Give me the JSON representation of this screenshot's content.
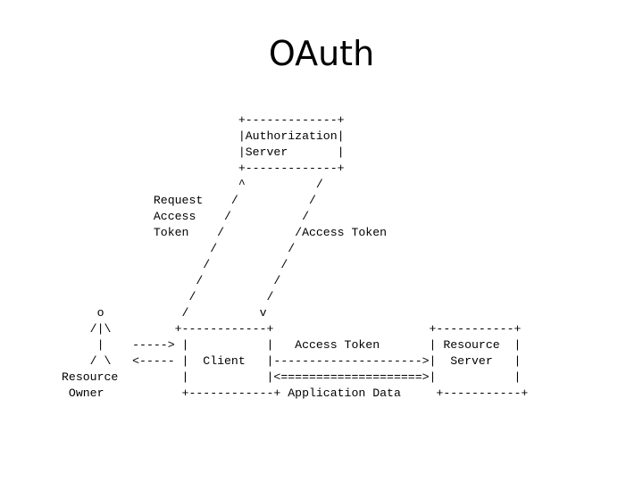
{
  "slide": {
    "title": "OAuth",
    "diagram_lines": [
      "                         +-------------+",
      "                         |Authorization|",
      "                         |Server       |",
      "                         +-------------+",
      "                         ^          /",
      "             Request    /          /",
      "             Access    /          /",
      "             Token    /          /Access Token",
      "                     /          /",
      "                    /          /",
      "                   /          /",
      "                  /          /",
      "     o           /          v",
      "    /|\\         +------------+                      +-----------+",
      "     |    -----> |           |   Access Token       | Resource  |",
      "    / \\   <----- |  Client   |--------------------->|  Server   |",
      "Resource         |           |<====================>|           |",
      " Owner           +------------+ Application Data     +-----------+"
    ]
  }
}
